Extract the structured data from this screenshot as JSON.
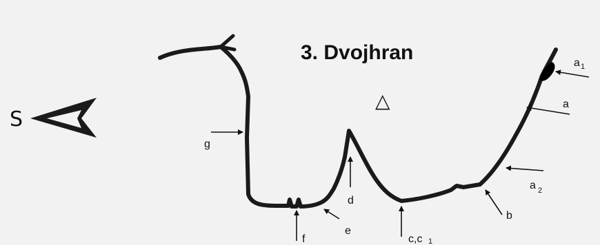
{
  "diagram": {
    "title": "3. Dvojhran",
    "orientation_letter": "S",
    "summit_symbol": "△",
    "labels": {
      "a1": "a",
      "a1_sub": "1",
      "a": "a",
      "a2": "a",
      "a2_sub": "2",
      "b": "b",
      "c": "c,c",
      "c_sub": "1",
      "d": "d",
      "e": "e",
      "f": "f",
      "g": "g"
    }
  }
}
